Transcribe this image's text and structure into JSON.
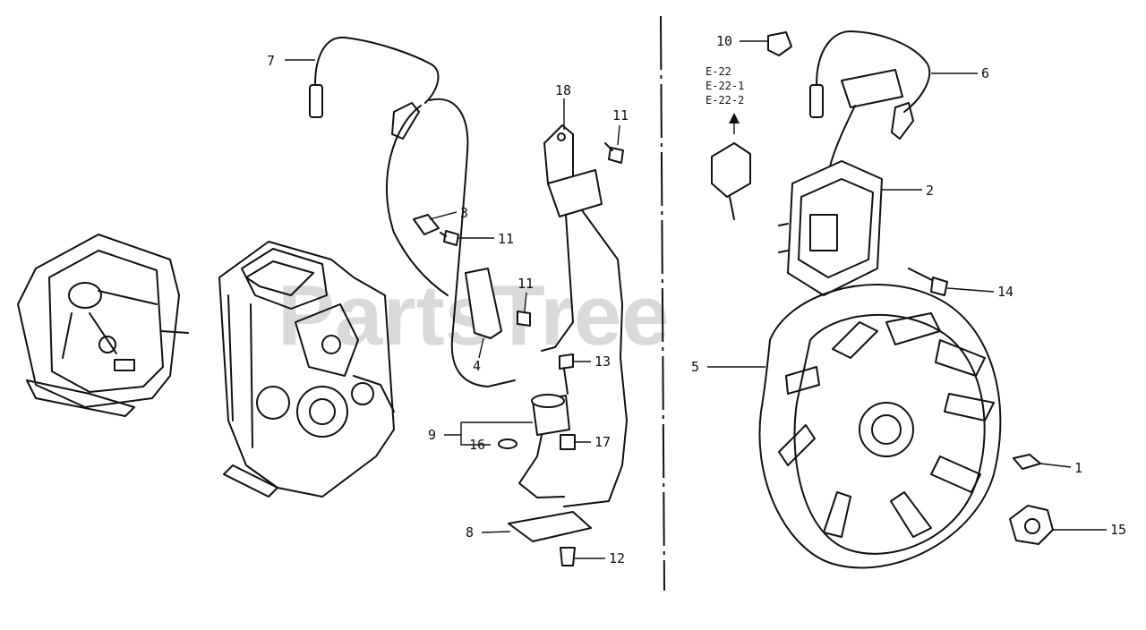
{
  "watermark": "PartsTree",
  "reference_codes": [
    "E-22",
    "E-22-1",
    "E-22-2"
  ],
  "callouts": {
    "c1": "1",
    "c2": "2",
    "c3": "3",
    "c4": "4",
    "c5": "5",
    "c6": "6",
    "c7": "7",
    "c8": "8",
    "c9": "9",
    "c10": "10",
    "c11a": "11",
    "c11b": "11",
    "c11c": "11",
    "c12": "12",
    "c13": "13",
    "c14": "14",
    "c15": "15",
    "c16": "16",
    "c17": "17",
    "c18": "18"
  }
}
